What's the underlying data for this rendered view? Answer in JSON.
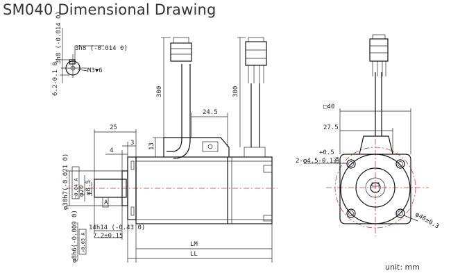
{
  "title": "SM040 Dimensional Drawing",
  "unit": "unit: mm",
  "shaft_detail": {
    "key_width": "3h8 (-0.014 0)",
    "key_height": "3h8 (-0.014 0)",
    "thread": "M3▼6",
    "shaft_flat": "6.2-0.1 0"
  },
  "side_view": {
    "cable_length_1": "300",
    "cable_length_2": "300",
    "connector_offset": "24.5",
    "flange_to_shaft": "25",
    "dim_3": "3",
    "dim_4": "4",
    "dim_13": "13",
    "pilot_dia": "φ30h7(-0.021 0)",
    "pilot_tol_frame": "□0.04 A",
    "shaft_dia_20": "φ20",
    "shaft_dia_85": "φ8.5",
    "key_length": "14h14 (-0.43 0)",
    "key_pos": "7.2±0.15",
    "shaft_dia": "φ8h6(-0.009 0)",
    "runout_frame": "↗0.03 A",
    "datum": "A",
    "lm": "LM",
    "ll": "LL"
  },
  "front_view": {
    "square": "□40",
    "dim_275": "27.5",
    "hole_spec": "2-φ4.5-0.1通",
    "hole_tol": "+0.5",
    "pcd": "φ46±0.3"
  }
}
